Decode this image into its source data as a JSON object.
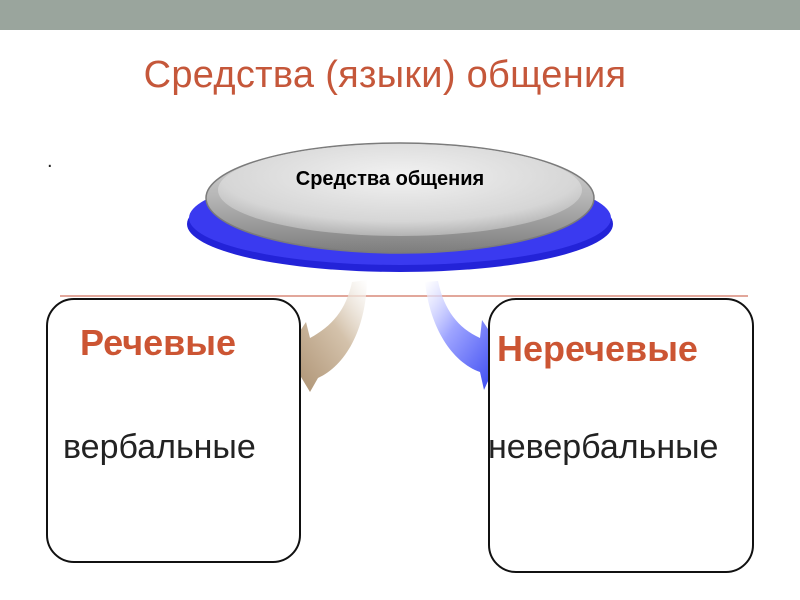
{
  "slide": {
    "title": "Средства (языки) общения",
    "bullet": "."
  },
  "diagram": {
    "root_label": "Средства общения",
    "left_node": {
      "heading": "Речевые",
      "subtext": "вербальные"
    },
    "right_node": {
      "heading": "Неречевые",
      "subtext": "невербальные"
    }
  },
  "colors": {
    "title": "#c5573a",
    "heading": "#cc5533",
    "top_band": "#9aa59d",
    "ellipse_base": "#3333ee",
    "divider": "#d98a7a",
    "arrow_left": "#b99f82",
    "arrow_right": "#4a55ee"
  }
}
